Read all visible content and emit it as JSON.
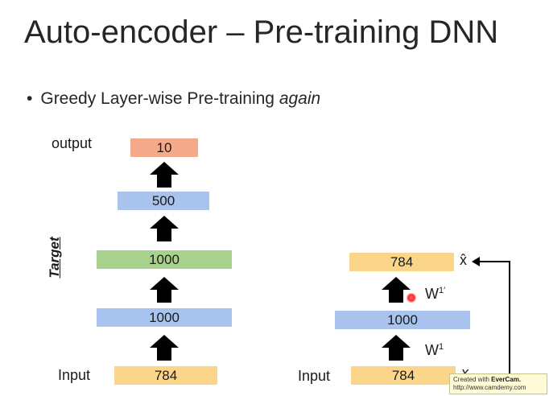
{
  "slide": {
    "title": "Auto-encoder – Pre-training DNN",
    "bullet": {
      "text": "Greedy Layer-wise Pre-training ",
      "emphasis": "again"
    }
  },
  "left_network": {
    "output_label": "output",
    "input_label": "Input",
    "target_label": "Target",
    "layers": [
      {
        "value": "10",
        "color": "#f4a98a"
      },
      {
        "value": "500",
        "color": "#a8c4ee"
      },
      {
        "value": "1000",
        "color": "#a9d18e"
      },
      {
        "value": "1000",
        "color": "#a8c4ee"
      },
      {
        "value": "784",
        "color": "#fbd68a"
      }
    ]
  },
  "right_network": {
    "input_label": "Input",
    "output_value": "784",
    "hidden_value": "1000",
    "input_value": "784",
    "output_symbol": "x̂",
    "input_symbol": "x",
    "weight_top": "W",
    "weight_top_sup": "1′",
    "weight_bottom": "W",
    "weight_bottom_sup": "1"
  },
  "watermark": {
    "line1_prefix": "Created with ",
    "line1_brand": "EverCam.",
    "line2": "http://www.camdemy.com"
  }
}
